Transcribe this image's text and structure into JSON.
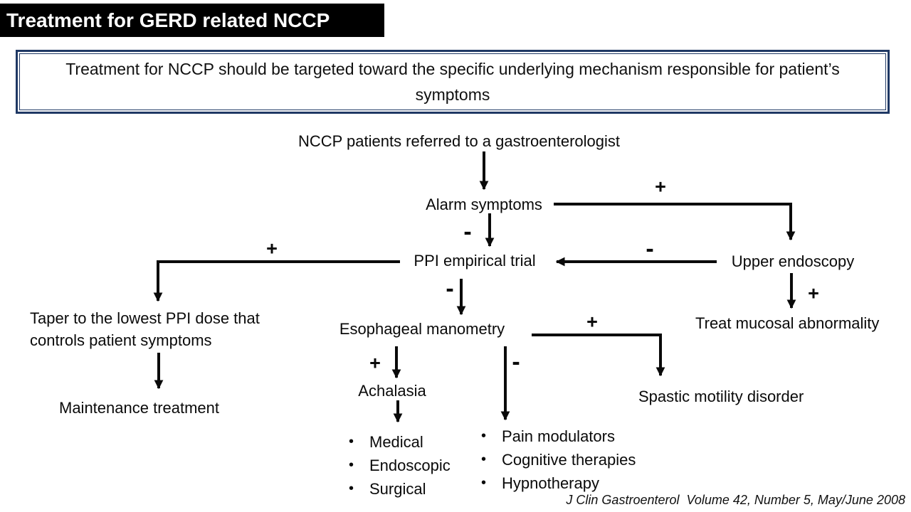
{
  "title": "Treatment for GERD related NCCP",
  "banner": "Treatment for NCCP should be targeted toward the specific underlying mechanism responsible for patient’s symptoms",
  "nodes": {
    "referral": "NCCP patients referred to a gastroenterologist",
    "alarm": "Alarm symptoms",
    "ppi_trial": "PPI empirical trial",
    "upper_endoscopy": "Upper endoscopy",
    "taper": "Taper to the lowest PPI dose that controls patient symptoms",
    "maintenance": "Maintenance treatment",
    "manometry": "Esophageal manometry",
    "achalasia": "Achalasia",
    "treat_mucosal": "Treat mucosal abnormality",
    "spastic": "Spastic motility disorder"
  },
  "signs": {
    "plus": "+",
    "minus": "-"
  },
  "bullet_char": "•",
  "achalasia_options": [
    "Medical",
    "Endoscopic",
    "Surgical"
  ],
  "negative_manometry_options": [
    "Pain modulators",
    "Cognitive therapies",
    "Hypnotherapy"
  ],
  "citation": "J Clin Gastroenterol  Volume 42, Number 5, May/June 2008",
  "colors": {
    "title_bg": "#000000",
    "title_fg": "#ffffff",
    "banner_border": "#1f3864",
    "ink": "#0a0a0a",
    "background": "#ffffff"
  }
}
